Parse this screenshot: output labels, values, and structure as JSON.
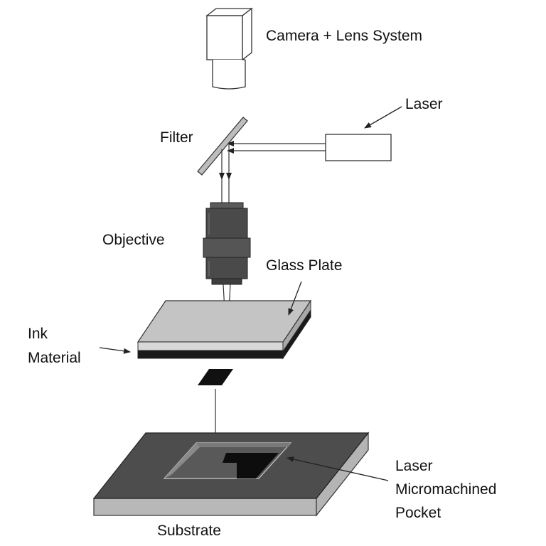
{
  "labels": {
    "camera": "Camera + Lens System",
    "laser": "Laser",
    "filter": "Filter",
    "objective": "Objective",
    "glass_plate": "Glass Plate",
    "ink_line1": "Ink",
    "ink_line2": "Material",
    "pocket_line1": "Laser",
    "pocket_line2": "Micromachined",
    "pocket_line3": "Pocket",
    "substrate": "Substrate"
  },
  "colors": {
    "outline": "#333333",
    "glass_top": "#c4c4c4",
    "glass_side": "#a8a8a8",
    "ink": "#1a1a1a",
    "objective_body": "#4a4a4a",
    "substrate_top": "#4d4d4d",
    "substrate_side": "#b4b4b4",
    "pocket_floor": "#595959"
  }
}
